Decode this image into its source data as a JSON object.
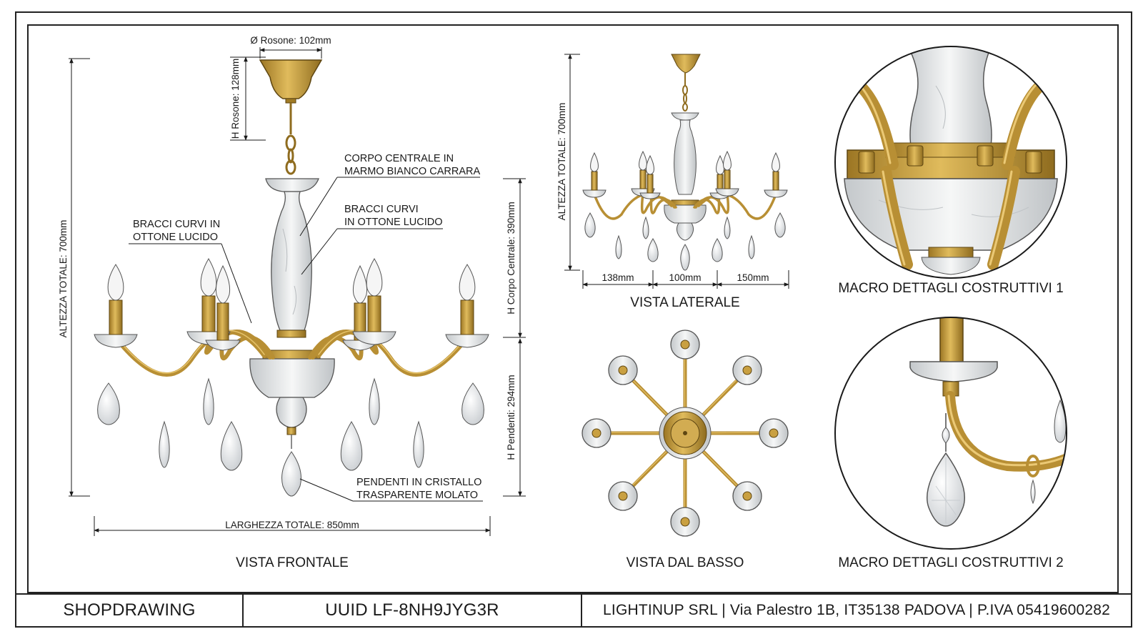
{
  "views": {
    "front": "VISTA FRONTALE",
    "side": "VISTA LATERALE",
    "bottom": "VISTA DAL BASSO",
    "macro1": "MACRO DETTAGLI COSTRUTTIVI 1",
    "macro2": "MACRO DETTAGLI COSTRUTTIVI 2"
  },
  "callouts": {
    "body_line1": "CORPO CENTRALE IN",
    "body_line2": "MARMO BIANCO CARRARA",
    "arms_right_line1": "BRACCI CURVI",
    "arms_right_line2": "IN OTTONE LUCIDO",
    "arms_left_line1": "BRACCI CURVI IN",
    "arms_left_line2": "OTTONE LUCIDO",
    "pendants_line1": "PENDENTI IN CRISTALLO",
    "pendants_line2": "TRASPARENTE MOLATO"
  },
  "dimensions": {
    "rosette_diameter": "Ø Rosone: 102mm",
    "rosette_height": "H Rosone: 128mm",
    "total_height": "ALTEZZA TOTALE: 700mm",
    "central_body_height": "H Corpo Centrale: 390mm",
    "pendants_height": "H Pendenti: 294mm",
    "total_width": "LARGHEZZA TOTALE: 850mm",
    "side_total_height": "ALTEZZA TOTALE: 700mm",
    "side_left": "138mm",
    "side_center": "100mm",
    "side_right": "150mm"
  },
  "titleblock": {
    "label": "SHOPDRAWING",
    "uuid": "UUID LF-8NH9JYG3R",
    "company": "LIGHTINUP SRL | Via Palestro 1B, IT35138 PADOVA | P.IVA 05419600282"
  },
  "colors": {
    "brass": "#c9a041",
    "brass_dark": "#8f6c1f",
    "marble": "#eef0f0",
    "marble_shade": "#c9cdd0",
    "line": "#1a1a1a"
  }
}
